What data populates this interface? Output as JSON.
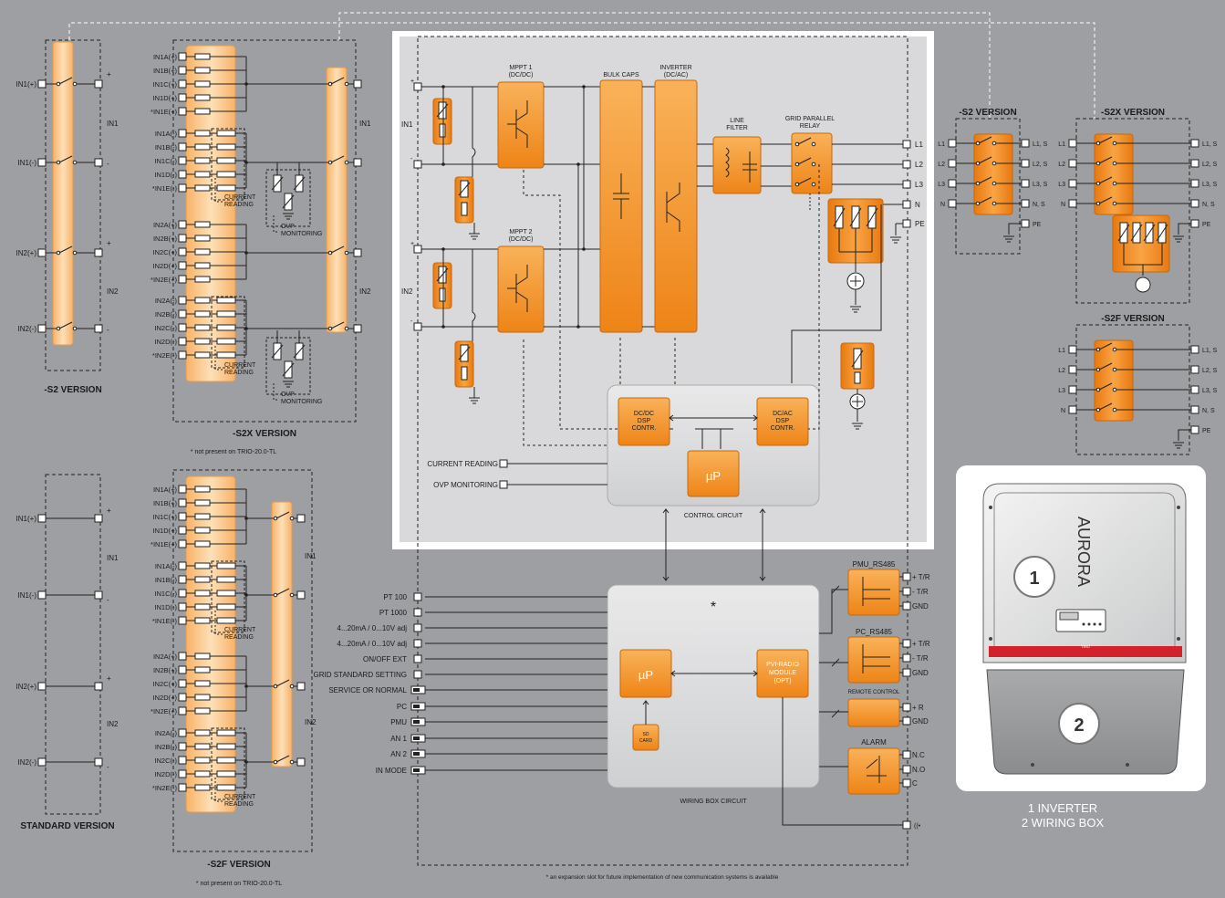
{
  "titles": {
    "s2_left": "-S2  VERSION",
    "s2x_left": "-S2X VERSION",
    "s2x_note": "* not present on  TRIO-20.0-TL",
    "standard": "STANDARD  VERSION",
    "s2f_left": "-S2F VERSION",
    "s2f_note": "* not present on  TRIO-20.0-TL",
    "s2_right": "-S2  VERSION",
    "s2x_right": "-S2X  VERSION",
    "s2f_right": "-S2F  VERSION",
    "footnote": "* an expansion slot for future implementation of new communication systems is available"
  },
  "inputs": {
    "in1p": "IN1(+)",
    "in1n": "IN1(-)",
    "in2p": "IN2(+)",
    "in2n": "IN2(-)",
    "in1": "IN1",
    "in2": "IN2",
    "plus": "+",
    "minus": "-"
  },
  "strings": {
    "in1_pos": [
      "IN1A(+)",
      "IN1B(+)",
      "IN1C(+)",
      "IN1D(+)",
      "*IN1E(+)"
    ],
    "in1_neg": [
      "IN1A(-)",
      "IN1B(-)",
      "IN1C(-)",
      "IN1D(-)",
      "*IN1E(-)"
    ],
    "in2_pos": [
      "IN2A(+)",
      "IN2B(+)",
      "IN2C(+)",
      "IN2D(+)",
      "*IN2E(+)"
    ],
    "in2_neg": [
      "IN2A(-)",
      "IN2B(-)",
      "IN2C(-)",
      "IN2D(-)",
      "*IN2E(-)"
    ],
    "current": "CURRENT",
    "reading": "READING",
    "ovp": "OVP",
    "monitoring": "MONITORING"
  },
  "inverter": {
    "in1": "IN1",
    "in2": "IN2",
    "mppt1_l1": "MPPT 1",
    "mppt1_l2": "(DC/DC)",
    "mppt2_l1": "MPPT 2",
    "mppt2_l2": "(DC/DC)",
    "bulk": "BULK CAPS",
    "inv_l1": "INVERTER",
    "inv_l2": "(DC/AC)",
    "filter_l1": "LINE",
    "filter_l2": "FILTER",
    "relay_l1": "GRID PARALLEL",
    "relay_l2": "RELAY",
    "outputs": [
      "L1",
      "L2",
      "L3",
      "N",
      "PE"
    ],
    "dcdc": [
      "DC/DC",
      "DSP",
      "CONTR."
    ],
    "dcac": [
      "DC/AC",
      "DSP",
      "CONTR."
    ],
    "up": "µP",
    "current_reading": "CURRENT READING",
    "ovp_monitoring": "OVP MONITORING",
    "control_circuit": "CONTROL CIRCUIT"
  },
  "wiring": {
    "signals": [
      "PT 100",
      "PT 1000",
      "4...20mA / 0...10V adj",
      "4...20mA / 0...10V adj",
      "ON/OFF EXT",
      "GRID STANDARD SETTING",
      "SERVICE OR NORMAL",
      "PC",
      "PMU",
      "AN 1",
      "AN 2",
      "IN MODE"
    ],
    "star": "*",
    "up": "µP",
    "sd_l1": "SD",
    "sd_l2": "CARD",
    "radio": [
      "PVI-RADIO",
      "MODULE",
      "(OPT)"
    ],
    "circuit": "WIRING BOX CIRCUIT",
    "pmu": "PMU_RS485",
    "pc": "PC_RS485",
    "remote": "REMOTE CONTROL",
    "alarm": "ALARM",
    "tr_plus": "+ T/R",
    "tr_minus": "- T/R",
    "gnd": "GND",
    "r_plus": "+ R",
    "nc": "N.C",
    "no": "N.O",
    "c": "C"
  },
  "grid": {
    "in": [
      "L1",
      "L2",
      "L3",
      "N"
    ],
    "out": [
      "L1, S",
      "L2, S",
      "L3, S",
      "N, S"
    ],
    "pe": "PE"
  },
  "product": {
    "brand": "AURORA",
    "num1": "1",
    "num2": "2",
    "badge": "TRIO",
    "legend1": "1 INVERTER",
    "legend2": "2 WIRING BOX"
  },
  "colors": {
    "background": "#9d9fa2",
    "orange": "#f7941d",
    "light_orange": "#fbc98e",
    "panel": "#d9d9db",
    "stripe": "#d2232a"
  }
}
